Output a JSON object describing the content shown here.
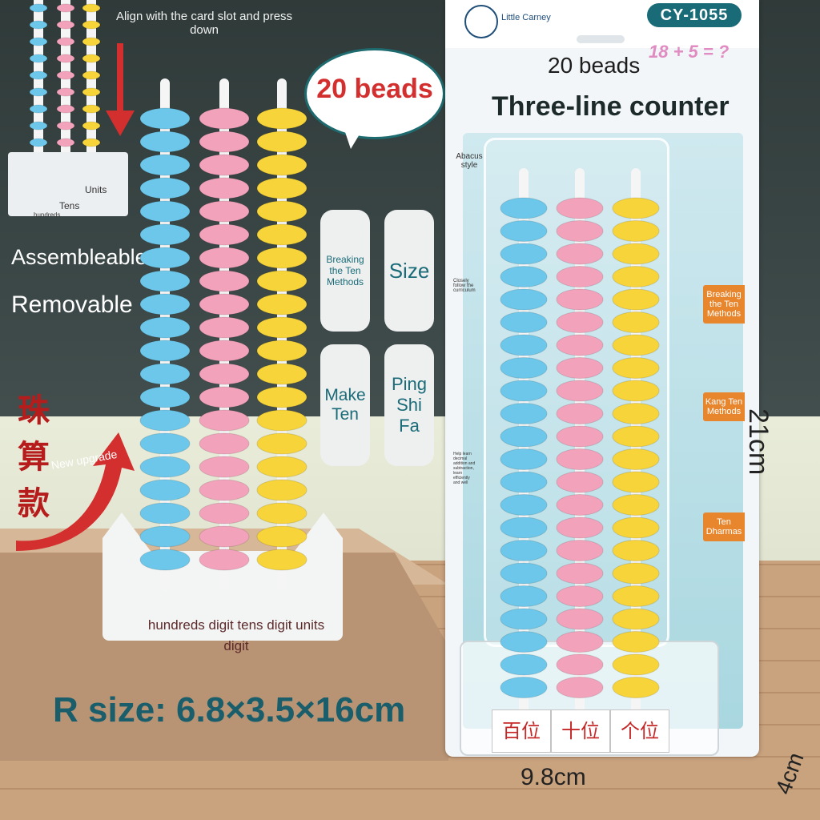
{
  "inset": {
    "align_text": "Align with the card slot and press down",
    "units": "Units",
    "tens": "Tens",
    "hundreds": "hundreds"
  },
  "features": {
    "assembleable": "Assembleable",
    "removable": "Removable"
  },
  "bubble": {
    "text": "20 beads"
  },
  "methods": [
    {
      "label": "Breaking the Ten Methods"
    },
    {
      "label": "Size"
    },
    {
      "label": "Make Ten"
    },
    {
      "label": "Ping Shi Fa"
    }
  ],
  "upgrade": {
    "chars": "珠算款",
    "new_upgrade": "New upgrade"
  },
  "left_abacus": {
    "digit_caption": "hundreds digit tens digit units digit",
    "size": "R size: 6.8×3.5×16cm",
    "bead_count": 20
  },
  "card": {
    "brand": "Little Carney",
    "model": "CY-1055",
    "equation": "18 + 5 = ?",
    "beads": "20 beads",
    "title": "Three-line counter",
    "abacus_style": "Abacus style",
    "follow_curriculum": "Closely follow the curriculum",
    "help_text": "Help learn decimal addition and subtraction, learn efficiently and well",
    "tags": [
      "Breaking the Ten Methods",
      "Kang Ten Methods",
      "Ten Dharmas"
    ],
    "digits": [
      "百位",
      "十位",
      "个位"
    ],
    "bead_count": 22
  },
  "dimensions": {
    "height": "21cm",
    "width": "9.8cm",
    "depth": "4cm"
  },
  "colors": {
    "blue": "#6cc7ea",
    "pink": "#f2a3bb",
    "yellow": "#f7d43a",
    "teal": "#1a6b78",
    "red": "#d32f2f",
    "orange": "#e8862e"
  }
}
